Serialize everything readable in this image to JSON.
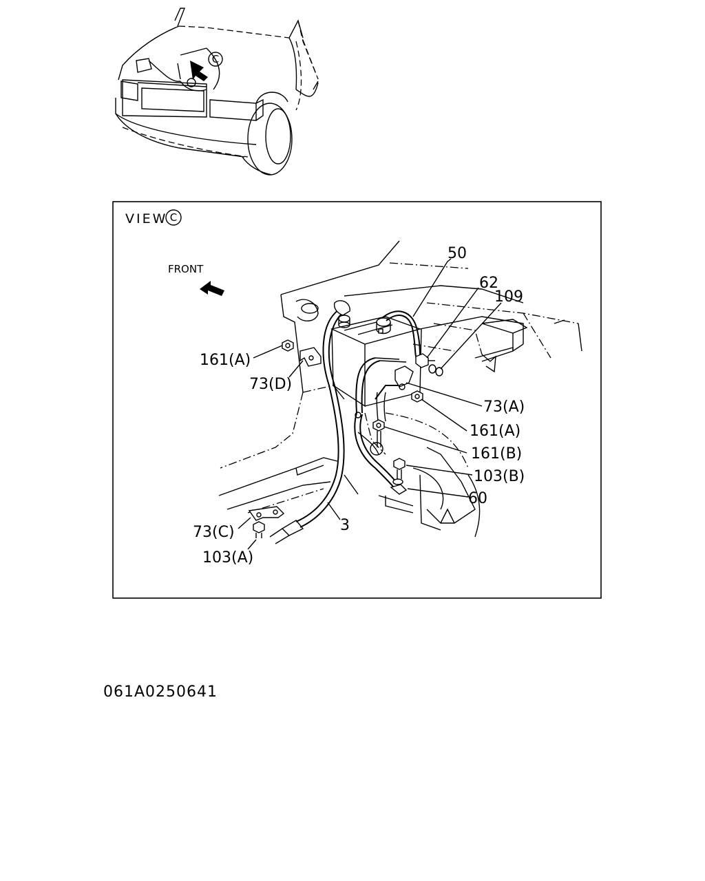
{
  "view_title": "VIEW",
  "view_marker": "C",
  "front_label": "FRONT",
  "overview_marker": "C",
  "callouts": {
    "c50": "50",
    "c62": "62",
    "c109": "109",
    "c161a_left": "161(A)",
    "c73d": "73(D)",
    "c73a": "73(A)",
    "c161a_right": "161(A)",
    "c161b": "161(B)",
    "c103b": "103(B)",
    "c60": "60",
    "c3": "3",
    "c73c": "73(C)",
    "c103a": "103(A)"
  },
  "drawing_number": "061A0250641"
}
